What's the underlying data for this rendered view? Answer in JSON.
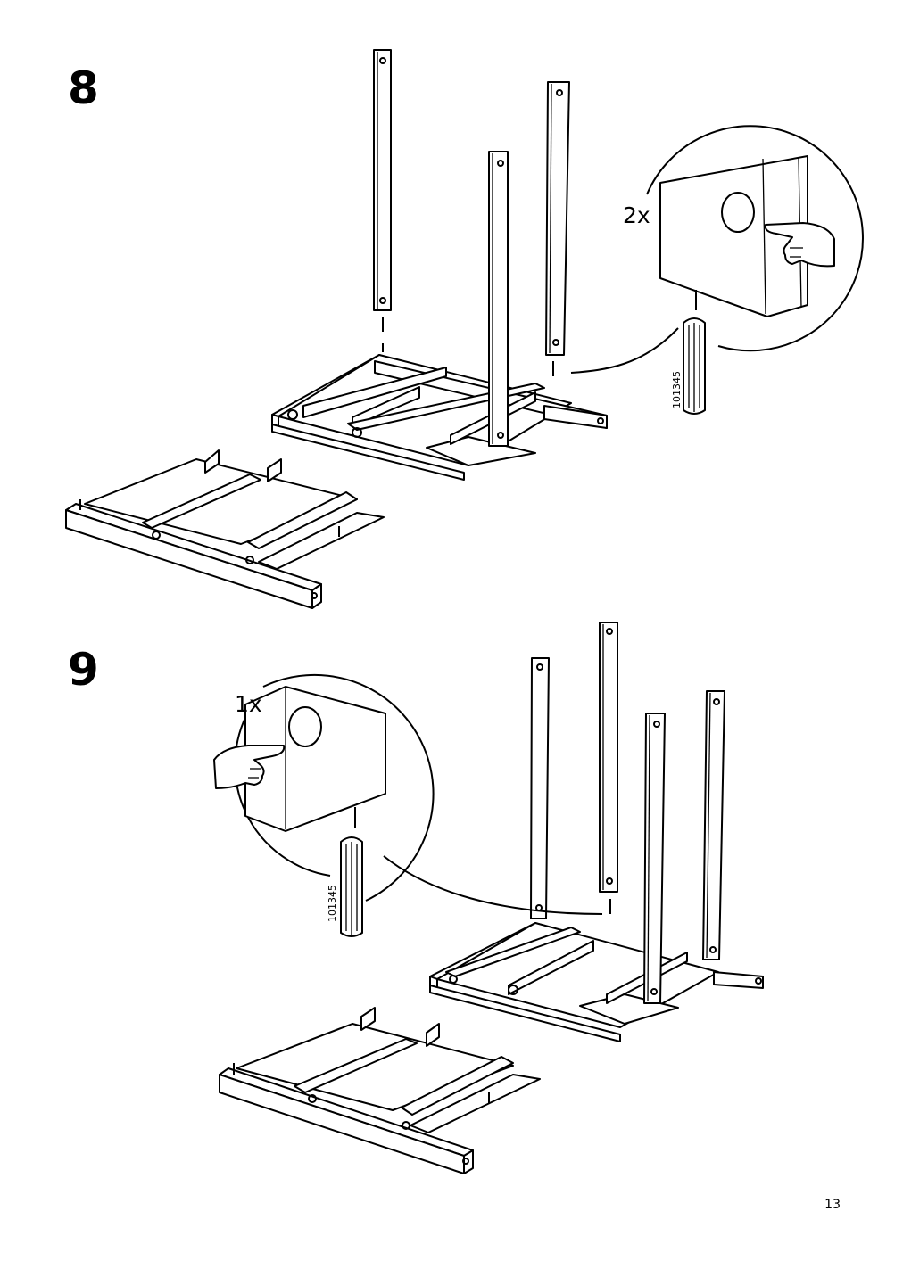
{
  "steps": [
    {
      "number": "8",
      "quantity": "2x",
      "part_number": "101345"
    },
    {
      "number": "9",
      "quantity": "1x",
      "part_number": "101345"
    }
  ],
  "page_number": "13",
  "icons": [
    "hand-pointing-icon",
    "dowel-icon",
    "magnifier-callout-icon"
  ]
}
